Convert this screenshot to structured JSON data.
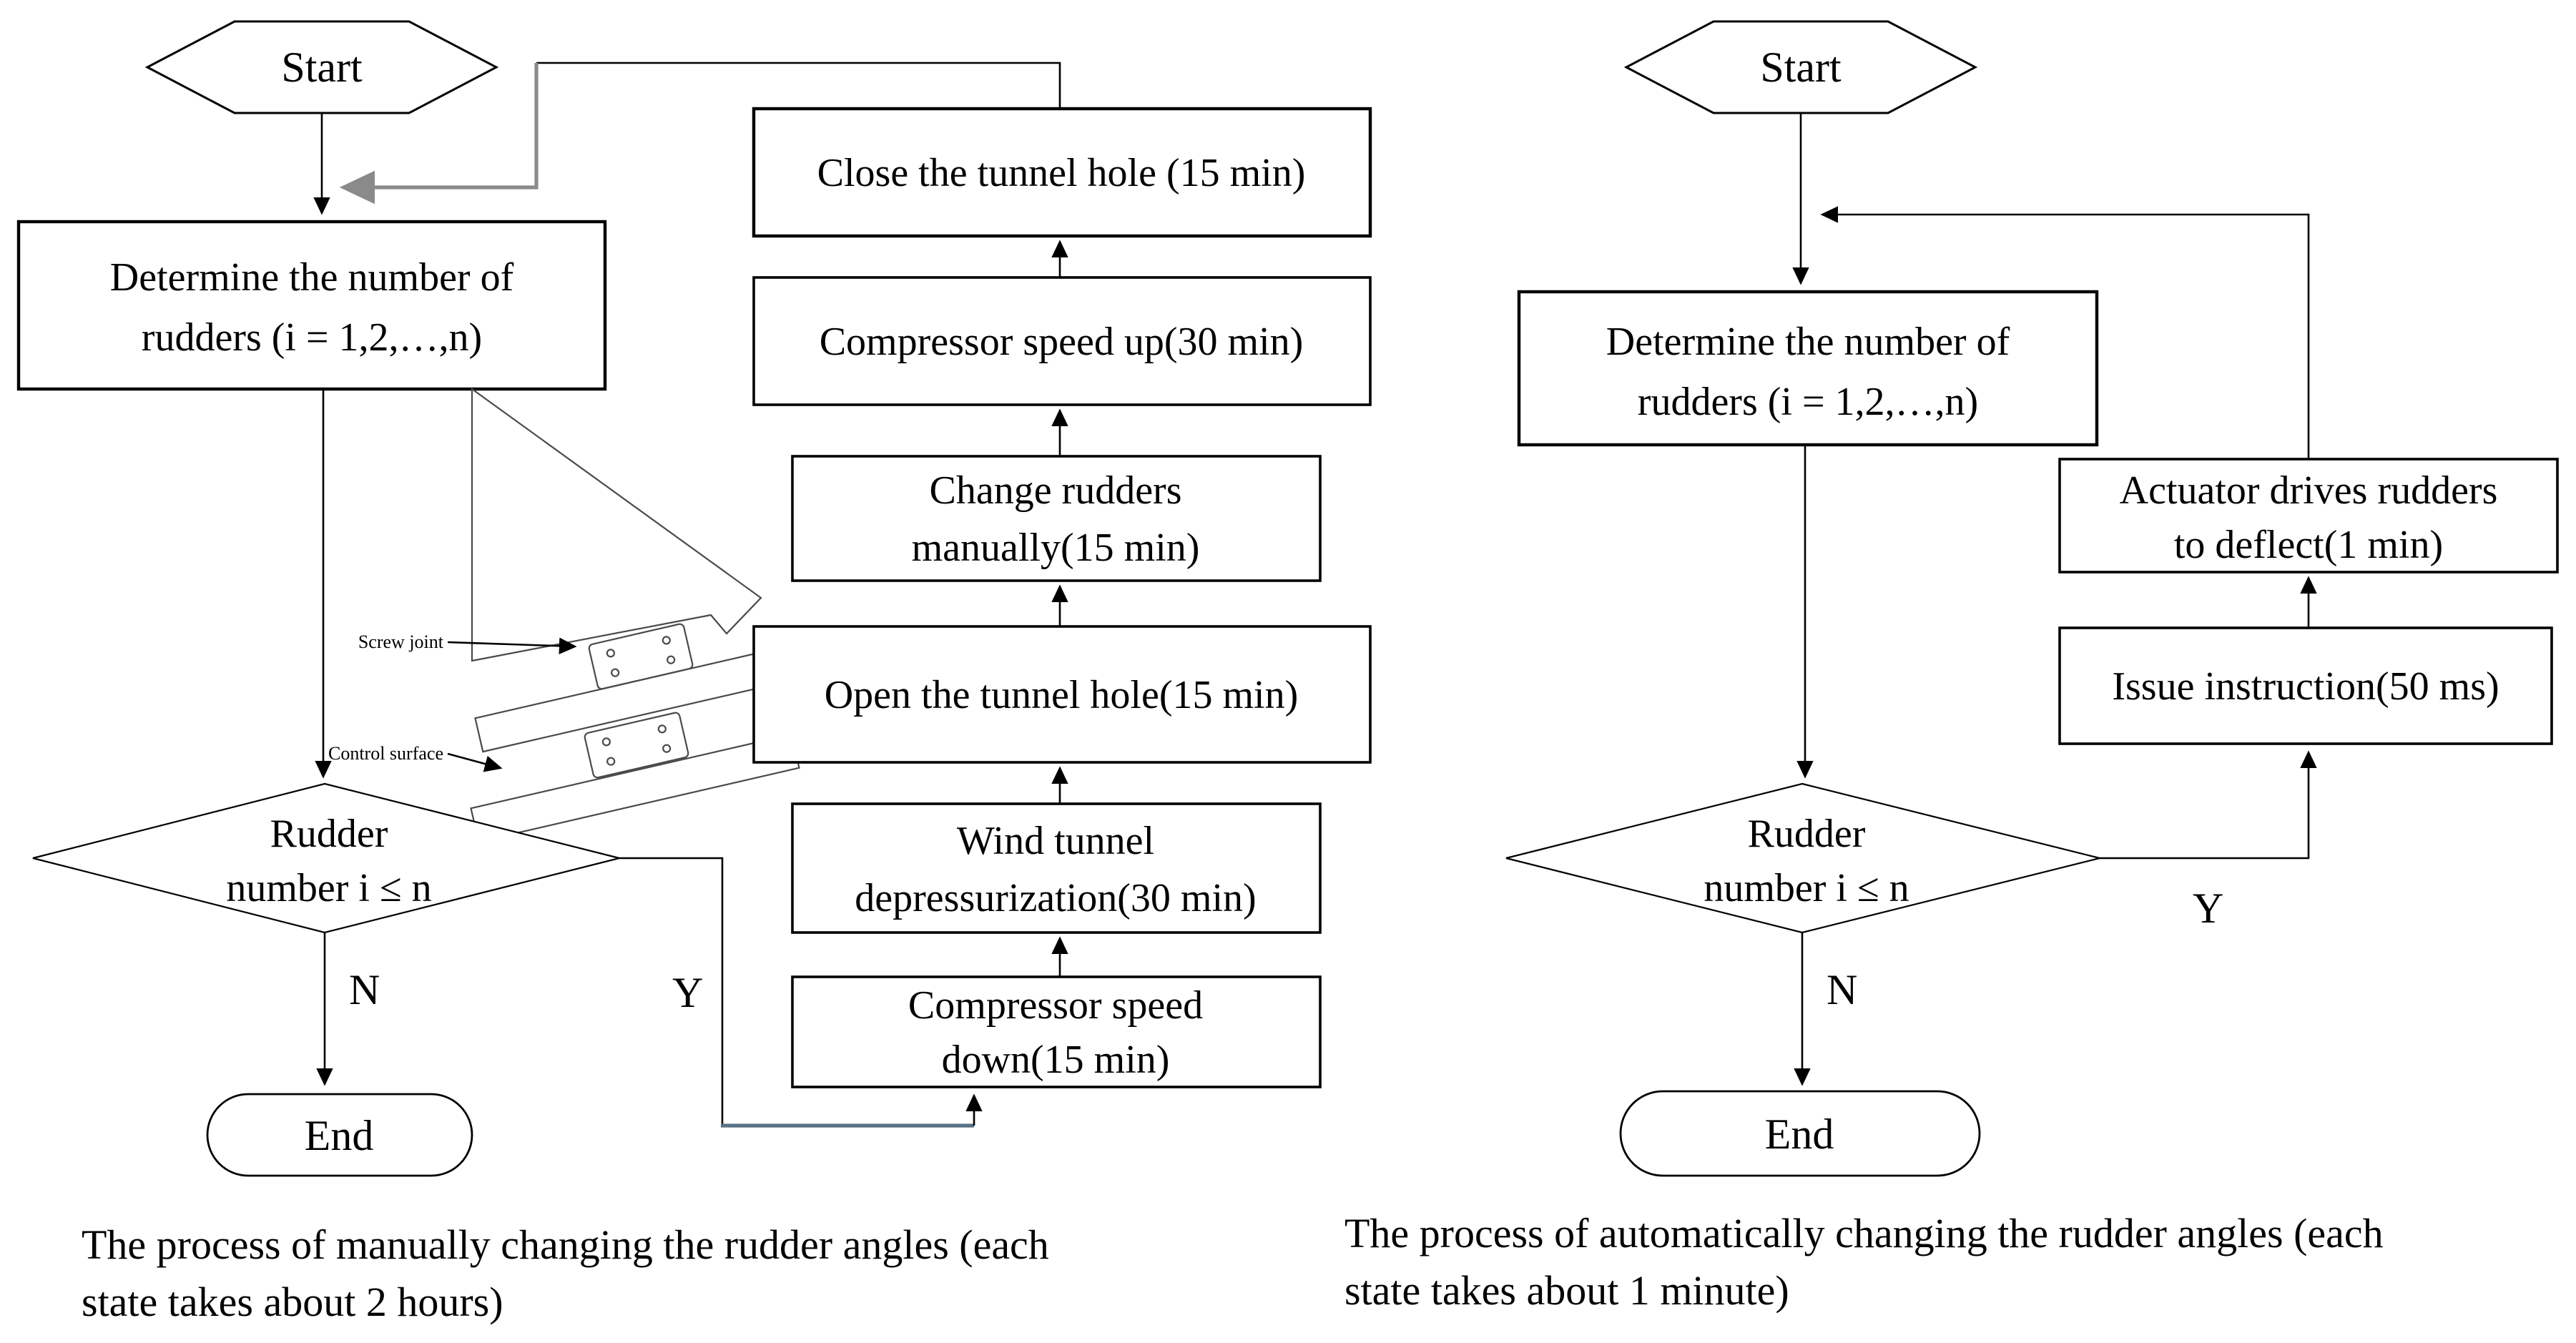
{
  "page": {
    "background": "#ffffff",
    "text_color": "#000000",
    "loop_line_color": "#8a8a8a",
    "branch_line_color": "#5a7184"
  },
  "left_chart": {
    "start_label": "Start",
    "determine_line1": "Determine the number of",
    "determine_line2": "rudders (i = 1,2,…,n)",
    "steps": {
      "close": "Close the tunnel hole (15 min)",
      "speed_up": "Compressor speed up(30 min)",
      "change_line1": "Change rudders",
      "change_line2": "manually(15 min)",
      "open": "Open the tunnel hole(15 min)",
      "depress_line1": "Wind tunnel",
      "depress_line2": "depressurization(30 min)",
      "speed_down_line1": "Compressor speed",
      "speed_down_line2": "down(15 min)"
    },
    "decision_line1": "Rudder",
    "decision_line2": "number i ≤ n",
    "yes_label": "Y",
    "no_label": "N",
    "end_label": "End",
    "inset": {
      "screw_joint_label": "Screw joint",
      "control_surface_label": "Control surface"
    },
    "caption_line1": "The process of manually changing the rudder angles (each",
    "caption_line2": "state takes about 2 hours)"
  },
  "right_chart": {
    "start_label": "Start",
    "determine_line1": "Determine the number of",
    "determine_line2": "rudders (i = 1,2,…,n)",
    "steps": {
      "actuator_line1": "Actuator drives rudders",
      "actuator_line2": "to deflect(1 min)",
      "issue": "Issue instruction(50 ms)"
    },
    "decision_line1": "Rudder",
    "decision_line2": "number i ≤ n",
    "yes_label": "Y",
    "no_label": "N",
    "end_label": "End",
    "caption_line1": "The process of automatically changing the rudder angles (each",
    "caption_line2": "state takes about 1 minute)"
  }
}
